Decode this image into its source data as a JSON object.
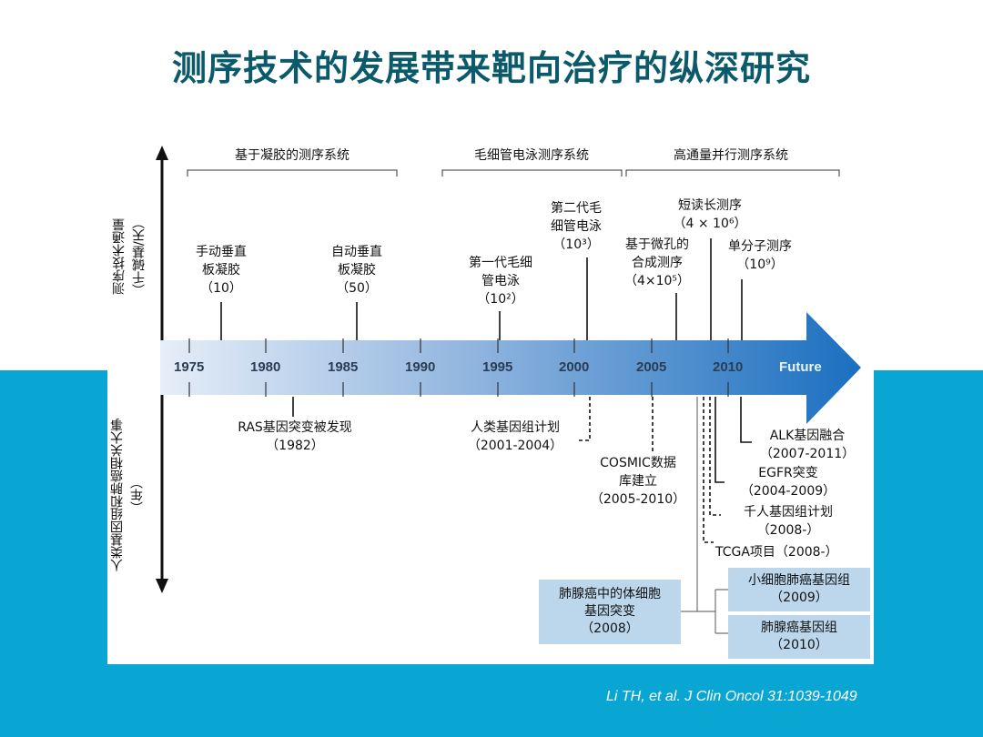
{
  "title": "测序技术的发展带来靶向治疗的纵深研究",
  "axis_labels": {
    "upper": [
      "测序技术通量",
      "（千碱基/天）"
    ],
    "lower": [
      "人类基因组和肺癌相关大事",
      "（年）"
    ]
  },
  "timeline": {
    "years": [
      "1975",
      "1980",
      "1985",
      "1990",
      "1995",
      "2000",
      "2005",
      "2010"
    ],
    "future_label": "Future"
  },
  "eras": {
    "gel": "基于凝胶的测序系统",
    "capillary": "毛细管电泳测序系统",
    "high_throughput": "高通量并行测序系统"
  },
  "tech": {
    "manual_gel": [
      "手动垂直",
      "板凝胶",
      "（10）"
    ],
    "auto_gel": [
      "自动垂直",
      "板凝胶",
      "（50）"
    ],
    "first_cap": [
      "第一代毛细",
      "管电泳",
      "（10²）"
    ],
    "second_cap": [
      "第二代毛",
      "细管电泳",
      "（10³）"
    ],
    "microwell": [
      "基于微孔的",
      "合成测序",
      "（4×10⁵）"
    ],
    "short_read": [
      "短读长测序",
      "（4 × 10⁶）"
    ],
    "single_molecule": [
      "单分子测序",
      "（10⁹）"
    ]
  },
  "events": {
    "ras": [
      "RAS基因突变被发现",
      "（1982）"
    ],
    "hgp": [
      "人类基因组计划",
      "（2001-2004）"
    ],
    "cosmic": [
      "COSMIC数据",
      "库建立",
      "（2005-2010）"
    ],
    "alk": [
      "ALK基因融合",
      "（2007-2011）"
    ],
    "egfr": [
      "EGFR突变",
      "（2004-2009）"
    ],
    "genomes1000": [
      "千人基因组计划",
      "（2008-）"
    ],
    "tcga": "TCGA项目（2008-）"
  },
  "boxes": {
    "lung_adeno_somatic": [
      "肺腺癌中的体细胞",
      "基因突变",
      "（2008）"
    ],
    "sclc_genome": [
      "小细胞肺癌基因组",
      "（2009）"
    ],
    "adeno_genome": [
      "肺腺癌基因组",
      "（2010）"
    ]
  },
  "citation": "Li TH, et al. J Clin Oncol 31:1039-1049",
  "colors": {
    "title": "#0b5a6b",
    "band": "#0aa6d3",
    "box": "#bcd6ec",
    "arrow_start": "#e6eef8",
    "arrow_end": "#1a6fc0"
  }
}
